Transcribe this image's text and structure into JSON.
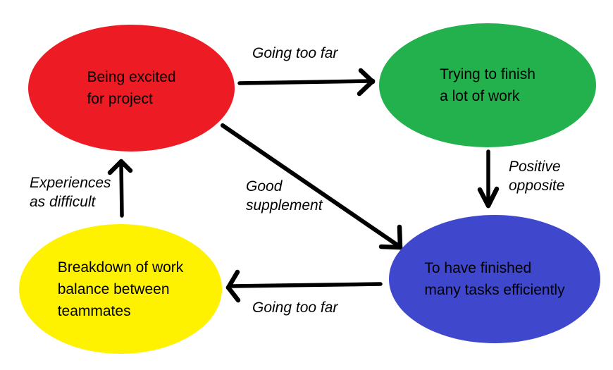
{
  "diagram": {
    "background": "#ffffff",
    "arrow_color": "#000000",
    "text_color": "#000000",
    "nodes": [
      {
        "id": "being-excited",
        "lines": [
          "Being excited",
          "for project"
        ],
        "color": "#ed1c24"
      },
      {
        "id": "trying-to-finish",
        "lines": [
          "Trying to finish",
          "a lot of work"
        ],
        "color": "#22b14c"
      },
      {
        "id": "finished-many-tasks",
        "lines": [
          "To have finished",
          "many tasks efficiently"
        ],
        "color": "#3f48cc"
      },
      {
        "id": "breakdown-of-work",
        "lines": [
          "Breakdown of work",
          "balance between",
          "teammates"
        ],
        "color": "#fff200"
      }
    ],
    "edges": [
      {
        "from": "being-excited",
        "to": "trying-to-finish",
        "lines": [
          "Going too far"
        ]
      },
      {
        "from": "trying-to-finish",
        "to": "finished-many-tasks",
        "lines": [
          "Positive",
          "opposite"
        ]
      },
      {
        "from": "being-excited",
        "to": "finished-many-tasks",
        "lines": [
          "Good",
          "supplement"
        ]
      },
      {
        "from": "finished-many-tasks",
        "to": "breakdown-of-work",
        "lines": [
          "Going too far"
        ]
      },
      {
        "from": "breakdown-of-work",
        "to": "being-excited",
        "lines": [
          "Experiences",
          "as difficult"
        ]
      }
    ]
  }
}
